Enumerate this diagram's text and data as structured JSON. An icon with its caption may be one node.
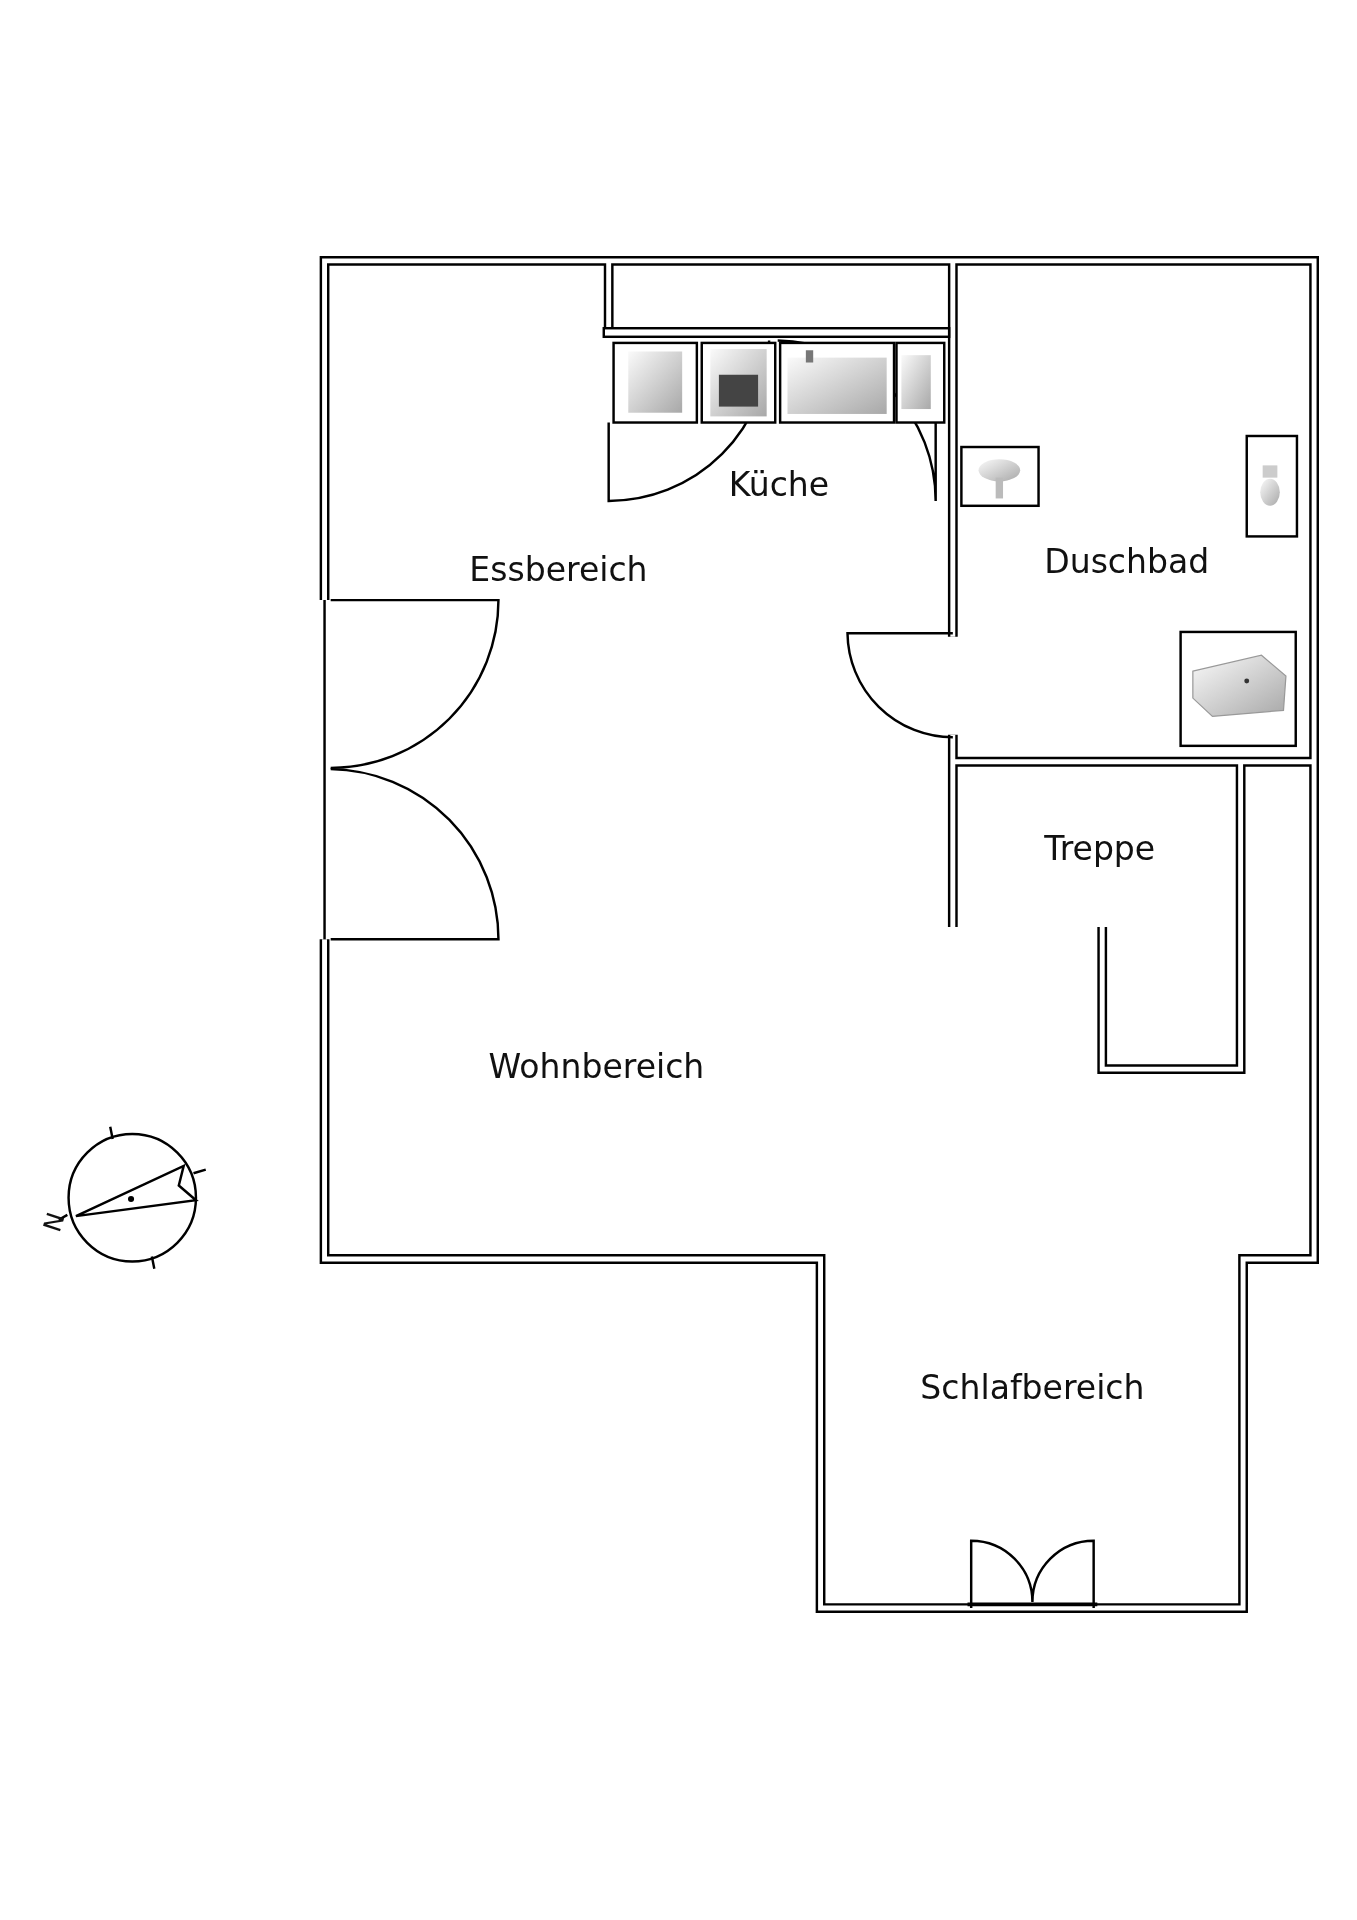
{
  "diagram": {
    "labels": [
      "Küche",
      "Essbereich",
      "Duschbad",
      "Treppe",
      "Wohnbereich",
      "Schlafbereich",
      "N"
    ]
  }
}
